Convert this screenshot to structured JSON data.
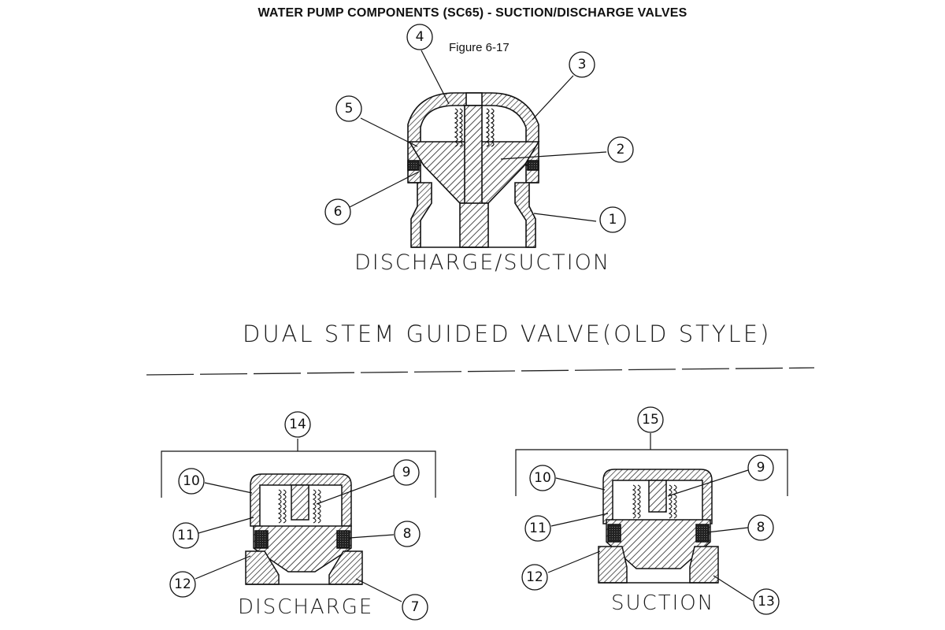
{
  "page": {
    "title": "WATER PUMP COMPONENTS (SC65) - SUCTION/DISCHARGE VALVES",
    "figure": "Figure 6-17"
  },
  "top_valve": {
    "caption": "DISCHARGE/SUCTION",
    "callouts": [
      "1",
      "2",
      "3",
      "4",
      "5",
      "6"
    ]
  },
  "section_title": "DUAL STEM GUIDED VALVE(OLD STYLE)",
  "bottom_left_valve": {
    "caption": "DISCHARGE",
    "assembly_number": "14",
    "callouts": [
      "7",
      "8",
      "9",
      "10",
      "11",
      "12"
    ]
  },
  "bottom_right_valve": {
    "caption": "SUCTION",
    "assembly_number": "15",
    "callouts": [
      "8",
      "9",
      "10",
      "11",
      "12",
      "13"
    ]
  },
  "colors": {
    "line": "#111111",
    "background": "#ffffff"
  }
}
